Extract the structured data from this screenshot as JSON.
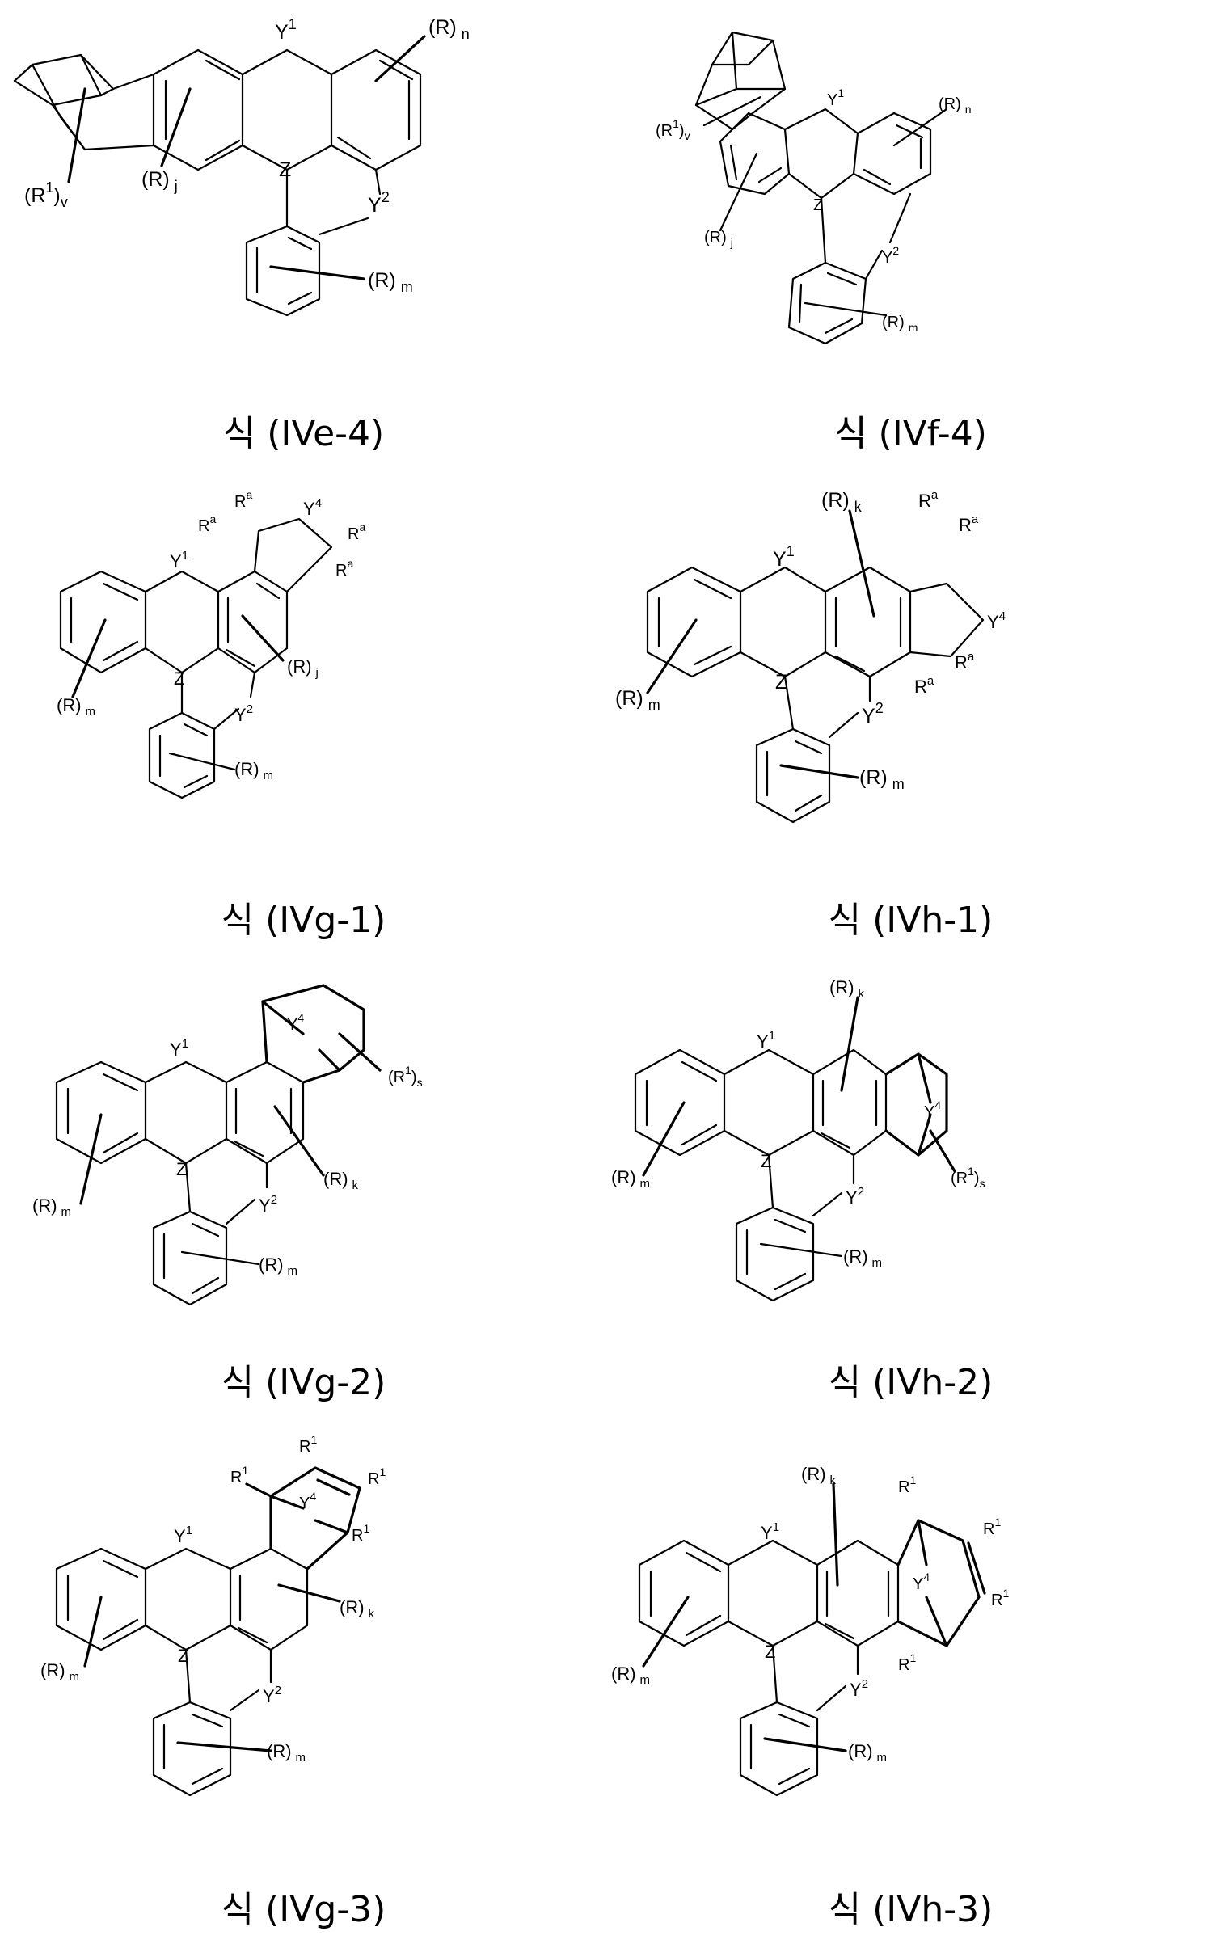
{
  "panels": [
    {
      "caption": "식 (IVe-4)",
      "labels": {
        "y1": "Y",
        "y1_sup": "1",
        "y2": "Y",
        "y2_sup": "2",
        "z": "Z",
        "rn": "(R)",
        "rn_sub": "n",
        "rm": "(R)",
        "rm_sub": "m",
        "rj": "(R)",
        "rj_sub": "j",
        "r1v": "(R",
        "r1v_sup": "1",
        "r1v_close": ")",
        "r1v_sub": "v"
      }
    },
    {
      "caption": "식 (IVf-4)",
      "labels": {
        "y1": "Y",
        "y1_sup": "1",
        "y2": "Y",
        "y2_sup": "2",
        "z": "Z",
        "rn": "(R)",
        "rn_sub": "n",
        "rm": "(R)",
        "rm_sub": "m",
        "rj": "(R)",
        "rj_sub": "j",
        "r1v": "(R",
        "r1v_sup": "1",
        "r1v_close": ")",
        "r1v_sub": "v"
      }
    },
    {
      "caption": "식 (IVg-1)",
      "labels": {
        "y1": "Y",
        "y1_sup": "1",
        "y2": "Y",
        "y2_sup": "2",
        "y4": "Y",
        "y4_sup": "4",
        "z": "Z",
        "rm1": "(R)",
        "rm1_sub": "m",
        "rm2": "(R)",
        "rm2_sub": "m",
        "rj": "(R)",
        "rj_sub": "j",
        "ra": "R",
        "ra_sup": "a"
      }
    },
    {
      "caption": "식 (IVh-1)",
      "labels": {
        "y1": "Y",
        "y1_sup": "1",
        "y2": "Y",
        "y2_sup": "2",
        "y4": "Y",
        "y4_sup": "4",
        "z": "Z",
        "rm1": "(R)",
        "rm1_sub": "m",
        "rm2": "(R)",
        "rm2_sub": "m",
        "rk": "(R)",
        "rk_sub": "k",
        "ra": "R",
        "ra_sup": "a"
      }
    },
    {
      "caption": "식 (IVg-2)",
      "labels": {
        "y1": "Y",
        "y1_sup": "1",
        "y2": "Y",
        "y2_sup": "2",
        "y4": "Y",
        "y4_sup": "4",
        "z": "Z",
        "rm1": "(R)",
        "rm1_sub": "m",
        "rm2": "(R)",
        "rm2_sub": "m",
        "rk": "(R)",
        "rk_sub": "k",
        "r1s": "(R",
        "r1s_sup": "1",
        "r1s_close": ")",
        "r1s_sub": "s"
      }
    },
    {
      "caption": "식 (IVh-2)",
      "labels": {
        "y1": "Y",
        "y1_sup": "1",
        "y2": "Y",
        "y2_sup": "2",
        "y4": "Y",
        "y4_sup": "4",
        "z": "Z",
        "rm1": "(R)",
        "rm1_sub": "m",
        "rm2": "(R)",
        "rm2_sub": "m",
        "rk": "(R)",
        "rk_sub": "k",
        "r1s": "(R",
        "r1s_sup": "1",
        "r1s_close": ")",
        "r1s_sub": "s"
      }
    },
    {
      "caption": "식 (IVg-3)",
      "labels": {
        "y1": "Y",
        "y1_sup": "1",
        "y2": "Y",
        "y2_sup": "2",
        "y4": "Y",
        "y4_sup": "4",
        "z": "Z",
        "rm1": "(R)",
        "rm1_sub": "m",
        "rm2": "(R)",
        "rm2_sub": "m",
        "rk": "(R)",
        "rk_sub": "k",
        "r1": "R",
        "r1_sup": "1"
      }
    },
    {
      "caption": "식 (IVh-3)",
      "labels": {
        "y1": "Y",
        "y1_sup": "1",
        "y2": "Y",
        "y2_sup": "2",
        "y4": "Y",
        "y4_sup": "4",
        "z": "Z",
        "rm1": "(R)",
        "rm1_sub": "m",
        "rm2": "(R)",
        "rm2_sub": "m",
        "rk": "(R)",
        "rk_sub": "k",
        "r1": "R",
        "r1_sup": "1"
      }
    }
  ]
}
